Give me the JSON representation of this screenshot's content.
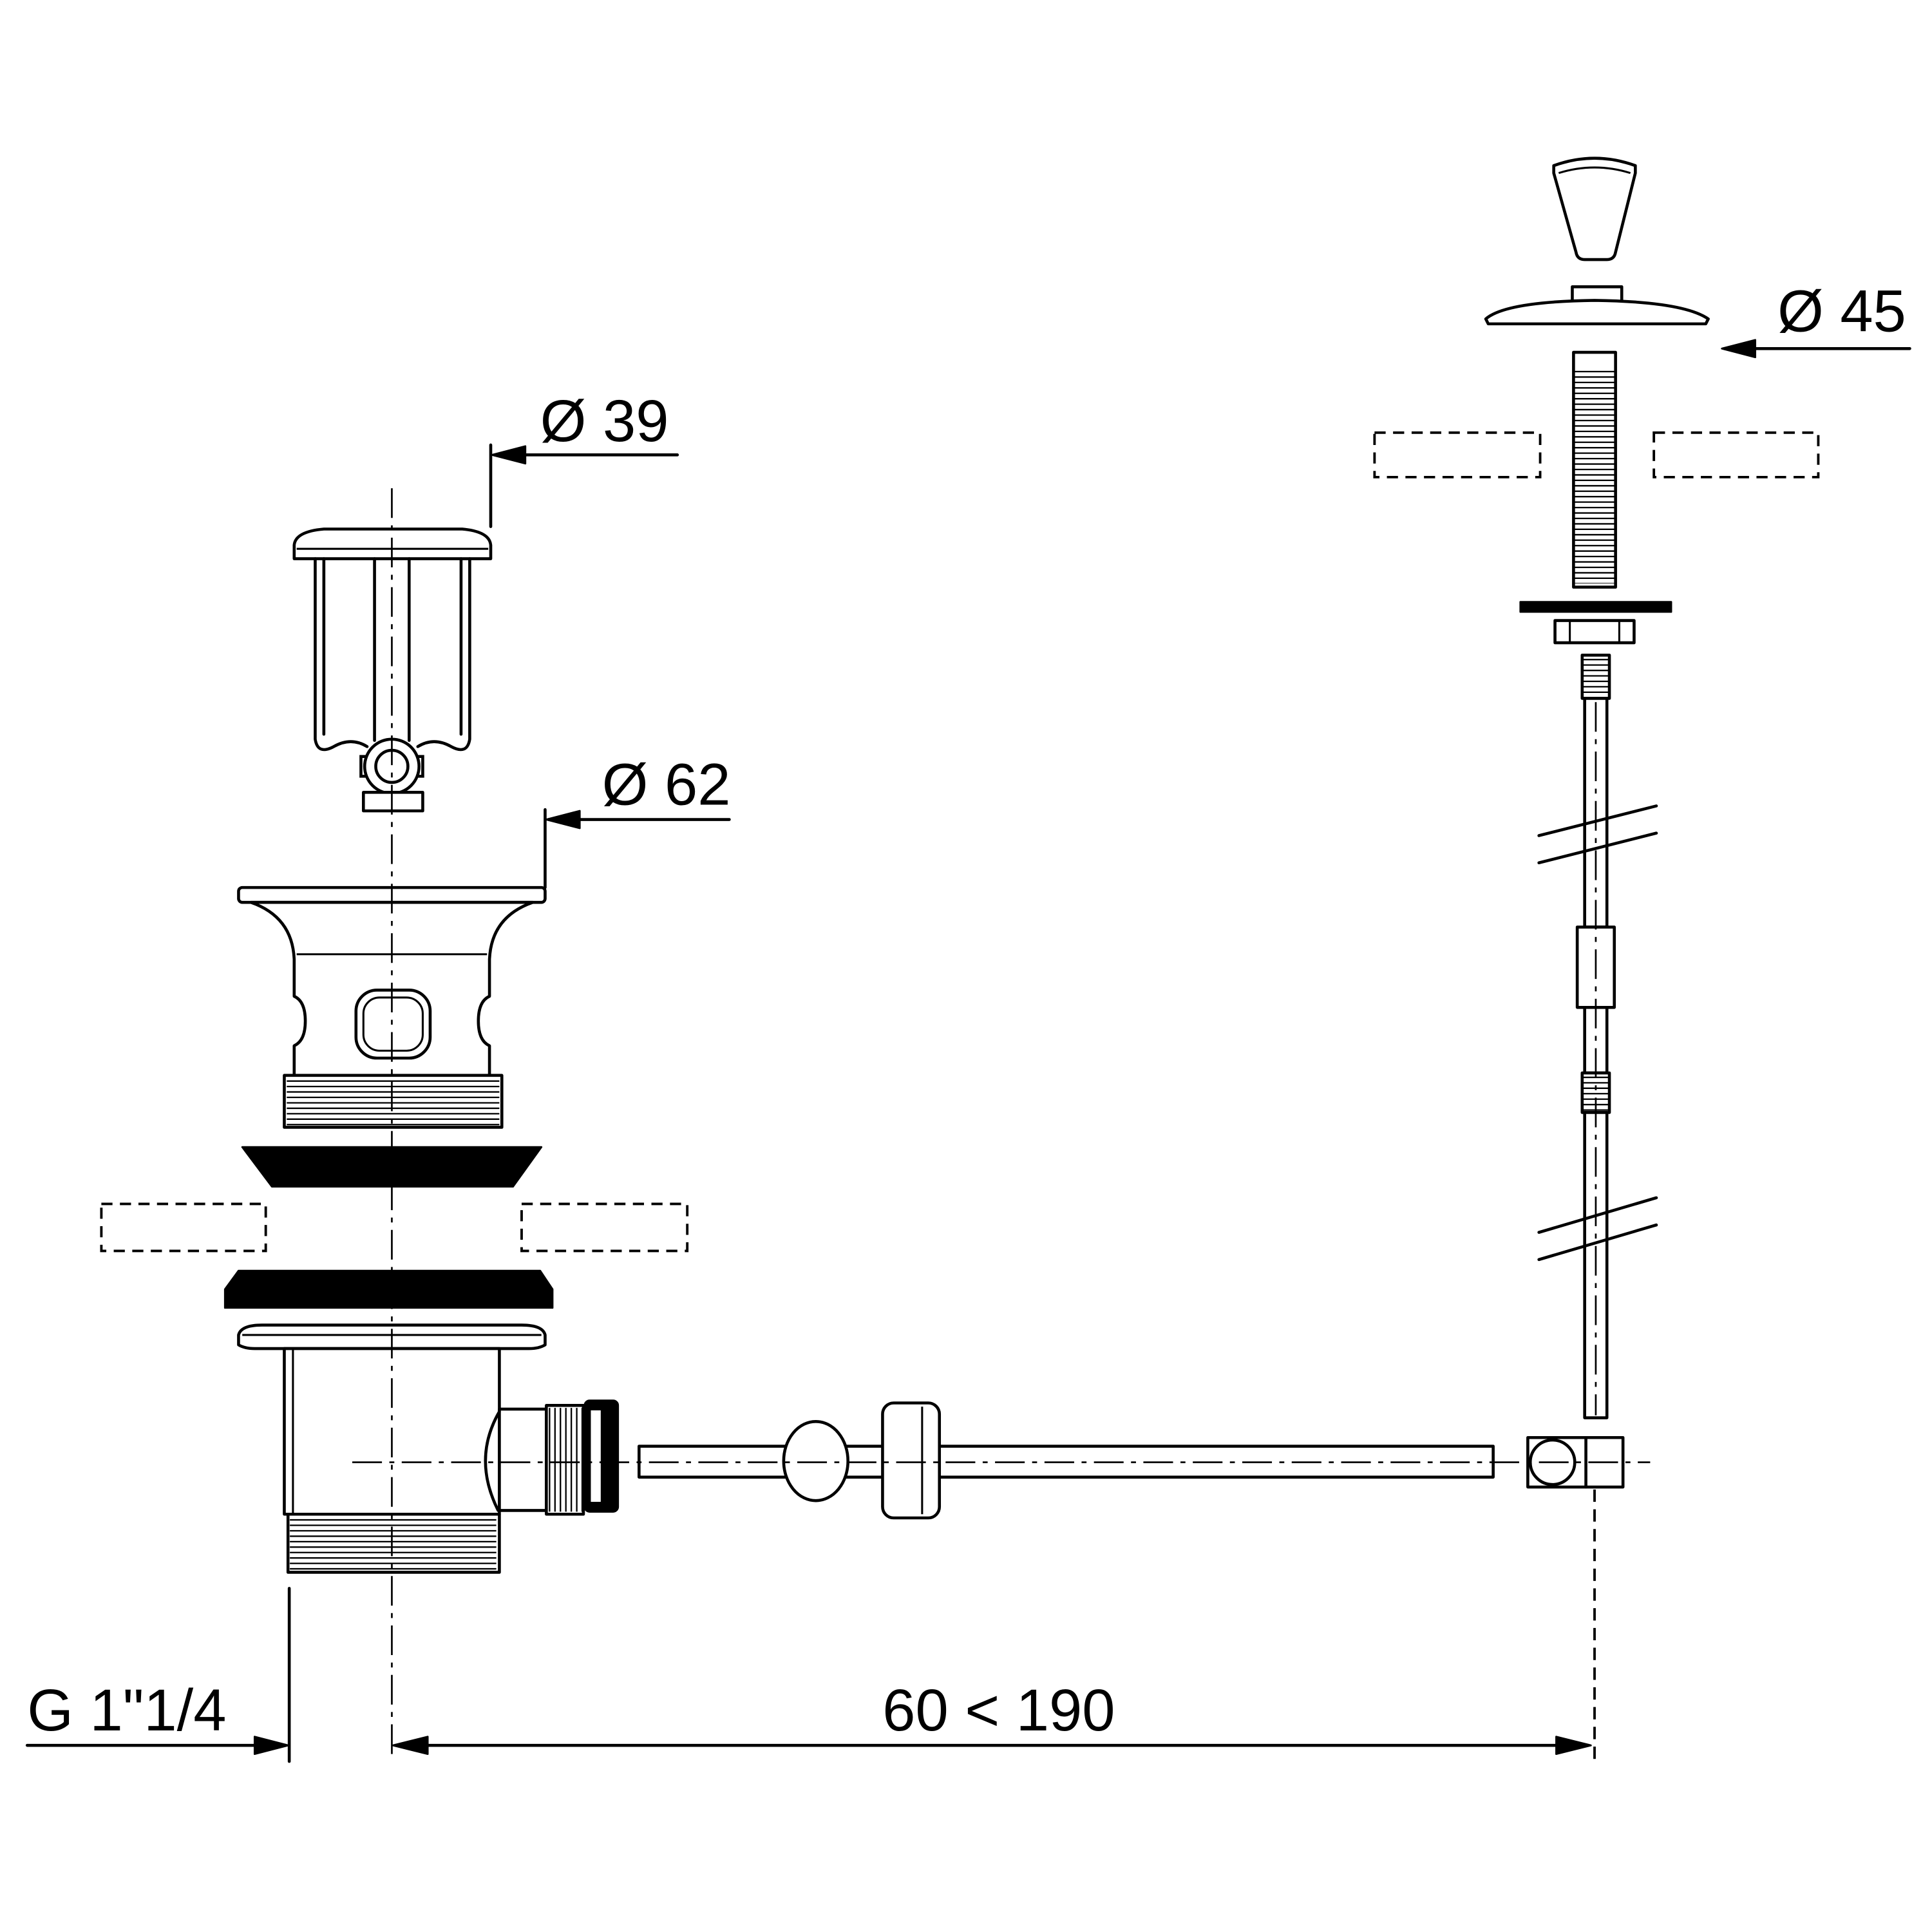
{
  "drawing": {
    "labels": {
      "stopper_diameter": "Ø 39",
      "flange_diameter": "Ø 62",
      "knob_plate_diameter": "Ø 45",
      "thread_size": "G 1\"1/4",
      "rod_length_range": "60 < 190"
    }
  },
  "colors": {
    "line": "#000000",
    "background": "#ffffff"
  }
}
